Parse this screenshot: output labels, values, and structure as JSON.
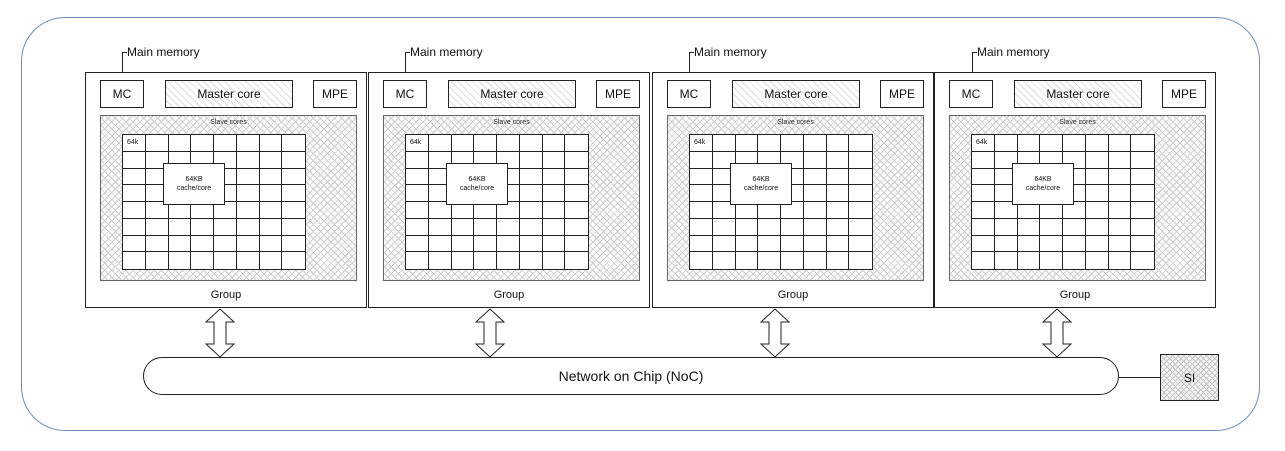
{
  "chip": {
    "border_color": "#6d8fb8"
  },
  "groups": [
    {
      "main_memory": "Main memory",
      "mc": "MC",
      "master_core": "Master core",
      "mpe": "MPE",
      "slave_cores": "Slave cores",
      "cell_label": "64k",
      "cache_line1": "64KB",
      "cache_line2": "cache/core",
      "group_label": "Group"
    },
    {
      "main_memory": "Main memory",
      "mc": "MC",
      "master_core": "Master core",
      "mpe": "MPE",
      "slave_cores": "Slave cores",
      "cell_label": "64k",
      "cache_line1": "64KB",
      "cache_line2": "cache/core",
      "group_label": "Group"
    },
    {
      "main_memory": "Main memory",
      "mc": "MC",
      "master_core": "Master core",
      "mpe": "MPE",
      "slave_cores": "Slave cores",
      "cell_label": "64k",
      "cache_line1": "64KB",
      "cache_line2": "cache/core",
      "group_label": "Group"
    },
    {
      "main_memory": "Main memory",
      "mc": "MC",
      "master_core": "Master core",
      "mpe": "MPE",
      "slave_cores": "Slave cores",
      "cell_label": "64k",
      "cache_line1": "64KB",
      "cache_line2": "cache/core",
      "group_label": "Group"
    }
  ],
  "noc": {
    "label": "Network on Chip (NoC)"
  },
  "si": {
    "label": "SI"
  }
}
